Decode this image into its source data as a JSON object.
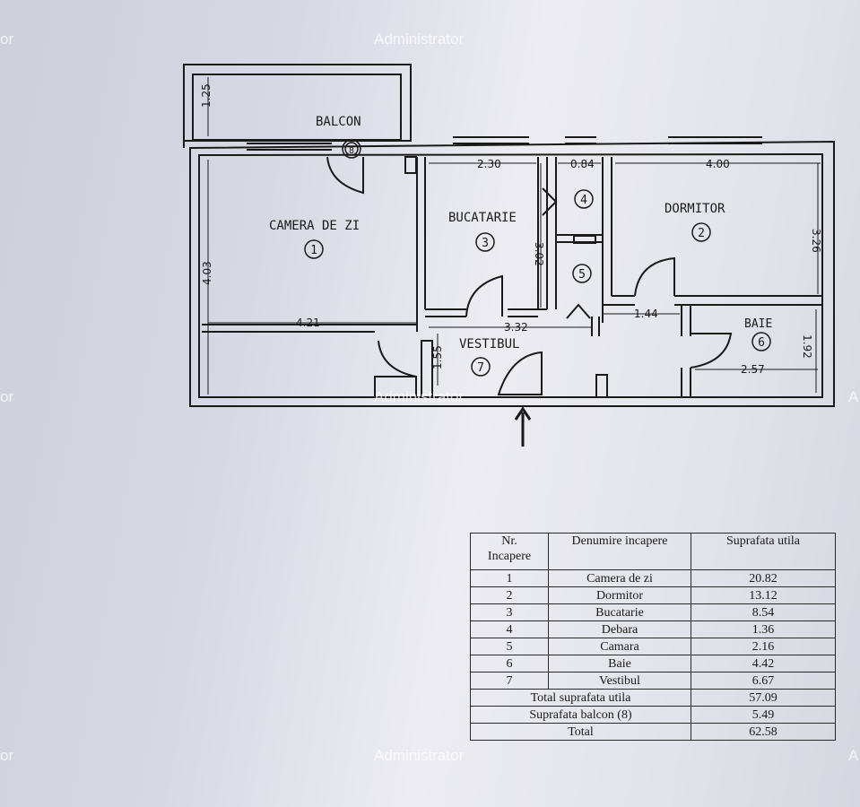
{
  "watermark": {
    "text": "Administrator",
    "fragment_left": "or",
    "fragment_right": "A"
  },
  "plan": {
    "rooms": [
      {
        "label": "CAMERA DE ZI",
        "number": "1"
      },
      {
        "label": "DORMITOR",
        "number": "2"
      },
      {
        "label": "BUCATARIE",
        "number": "3"
      },
      {
        "label": "",
        "number": "4"
      },
      {
        "label": "",
        "number": "5"
      },
      {
        "label": "BAIE",
        "number": "6"
      },
      {
        "label": "VESTIBUL",
        "number": "7"
      },
      {
        "label": "BALCON",
        "number": "8"
      }
    ],
    "dimensions": {
      "balcon_depth": "1.25",
      "bucatarie_width": "2.30",
      "debara_width": "0.84",
      "dormitor_width": "4.00",
      "dormitor_depth": "3.26",
      "bucatarie_depth": "3.02",
      "camera_depth": "4.03",
      "camera_width": "4.21",
      "vestibul_width": "3.32",
      "hall_width": "1.44",
      "vestibul_depth": "1.55",
      "baie_width": "2.57",
      "baie_depth": "1.92"
    }
  },
  "table": {
    "headers": [
      "Nr.\nIncapere",
      "Denumire incapere",
      "Suprafata utila"
    ],
    "header_nr_line1": "Nr.",
    "header_nr_line2": "Incapere",
    "rows": [
      {
        "nr": "1",
        "name": "Camera de zi",
        "area": "20.82"
      },
      {
        "nr": "2",
        "name": "Dormitor",
        "area": "13.12"
      },
      {
        "nr": "3",
        "name": "Bucatarie",
        "area": "8.54"
      },
      {
        "nr": "4",
        "name": "Debara",
        "area": "1.36"
      },
      {
        "nr": "5",
        "name": "Camara",
        "area": "2.16"
      },
      {
        "nr": "6",
        "name": "Baie",
        "area": "4.42"
      },
      {
        "nr": "7",
        "name": "Vestibul",
        "area": "6.67"
      }
    ],
    "totals": [
      {
        "label": "Total suprafata utila",
        "value": "57.09"
      },
      {
        "label": "Suprafata balcon (8)",
        "value": "5.49"
      },
      {
        "label": "Total",
        "value": "62.58"
      }
    ]
  }
}
